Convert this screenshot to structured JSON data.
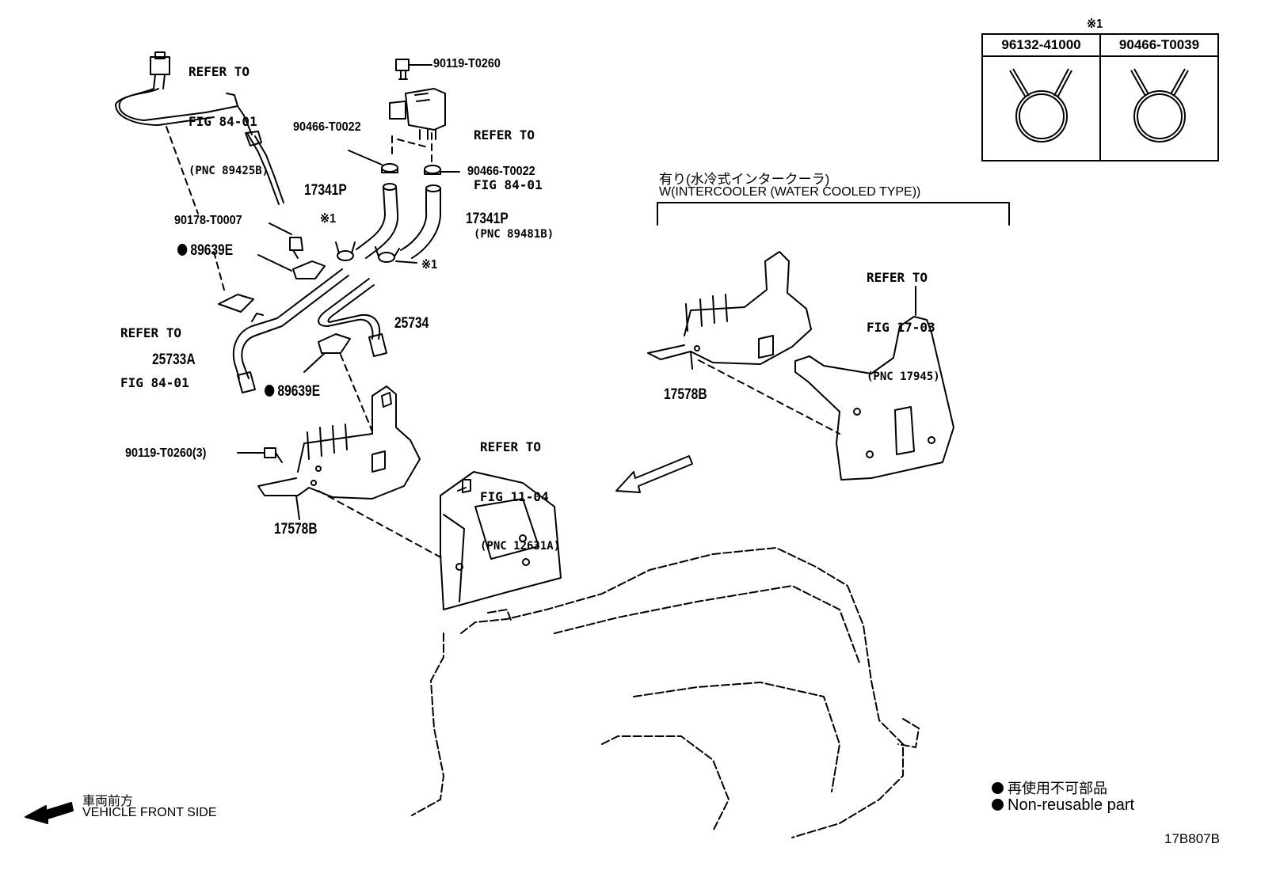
{
  "clip_table": {
    "marker": "※1",
    "columns": [
      "96132-41000",
      "90466-T0039"
    ]
  },
  "intercooler": {
    "jp": "有り(水冷式インタークーラ)",
    "en": "W(INTERCOOLER (WATER COOLED TYPE))"
  },
  "refs": {
    "ref_a": {
      "l1": "REFER TO",
      "l2": "FIG 84-01",
      "l3": "(PNC 89425B)"
    },
    "ref_b": {
      "l1": "REFER TO",
      "l2": "FIG 84-01",
      "l3": "(PNC 89481B)"
    },
    "ref_c": {
      "l1": "REFER TO",
      "l2": "FIG 84-01"
    },
    "ref_d": {
      "l1": "REFER TO",
      "l2": "FIG 11-04",
      "l3": "(PNC 12631A)"
    },
    "ref_e": {
      "l1": "REFER TO",
      "l2": "FIG 17-03",
      "l3": "(PNC 17945)"
    }
  },
  "parts": {
    "p_90119_top": "90119-T0260",
    "p_90466_left": "90466-T0022",
    "p_90466_right": "90466-T0022",
    "p_17341_left": "17341P",
    "p_17341_right": "17341P",
    "p_90178": "90178-T0007",
    "p_89639_top": "89639E",
    "p_89639_bottom": "89639E",
    "p_25734": "25734",
    "p_25733": "25733A",
    "p_90119_bottom": "90119-T0260(3)",
    "p_17578_left": "17578B",
    "p_17578_right": "17578B",
    "clip_marker_top": "※1",
    "clip_marker_right": "※1"
  },
  "legend": {
    "jp": "再使用不可部品",
    "en": "Non-reusable part"
  },
  "front": {
    "jp": "車両前方",
    "en": "VEHICLE FRONT SIDE"
  },
  "figure_id": "17B807B"
}
